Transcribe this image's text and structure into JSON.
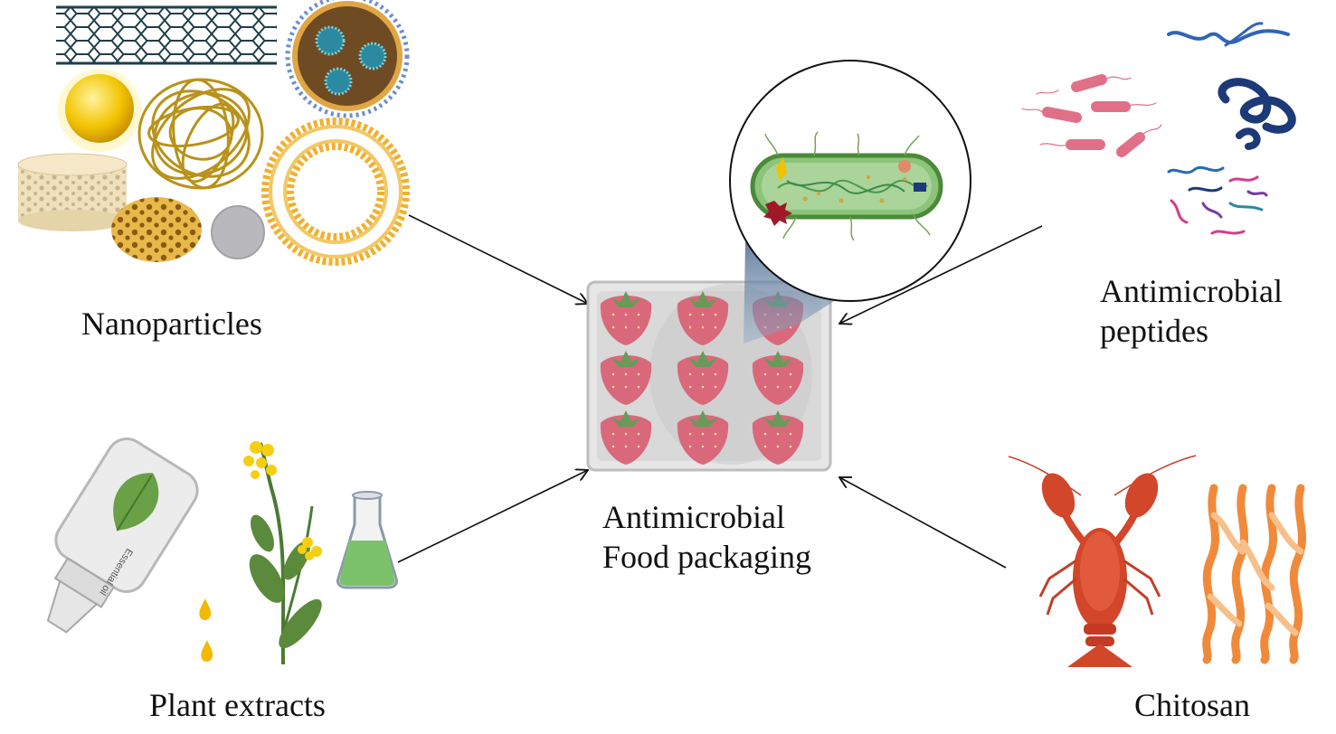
{
  "labels": {
    "nanoparticles": "Nanoparticles",
    "plant_extracts": "Plant extracts",
    "center_line1": "Antimicrobial",
    "center_line2": "Food packaging",
    "amp_line1": "Antimicrobial",
    "amp_line2": "peptides",
    "chitosan": "Chitosan",
    "bottle_text": "Essential oil"
  },
  "colors": {
    "arrow": "#111111",
    "strawberry": "#d95f72",
    "strawberry_leaf": "#6a9a5a",
    "tray": "#d9d9d9",
    "bacterium": "#8cc47a",
    "lobster": "#d2462a",
    "chitosan": "#f08a3a",
    "gold": "#d4a437",
    "peptide_pink": "#e06080",
    "peptide_navy": "#1c3a78",
    "liquid_green": "#7cc26a"
  },
  "icons": [
    "carbon-nanotube-icon",
    "nanocapsule-icon",
    "gold-nanosphere-icon",
    "nanofiber-ball-icon",
    "liposome-icon",
    "porous-scaffold-icon",
    "porous-bead-icon",
    "gray-disc-icon",
    "essential-oil-bottle-icon",
    "flowering-plant-icon",
    "erlenmeyer-flask-icon",
    "peptide-chains-icon",
    "rod-bacteria-icon",
    "lobster-icon",
    "chitosan-chains-icon",
    "strawberry-tray-icon",
    "bacterium-magnifier-icon"
  ]
}
